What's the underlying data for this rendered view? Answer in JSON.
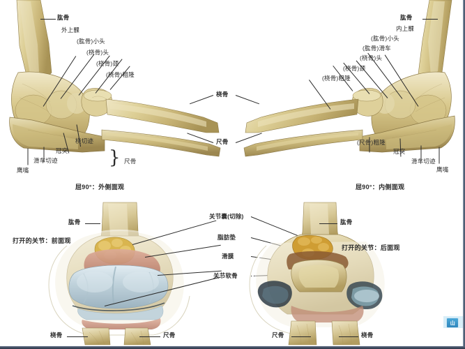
{
  "document": {
    "title": "肘关节解剖图",
    "background_color": "#ffffff",
    "border_color": "#39465c"
  },
  "watermark": {
    "text": "山",
    "color": "#2f86bc"
  },
  "panels": [
    {
      "id": "top-left",
      "caption": "屈90°：外侧面观",
      "labels": [
        {
          "text": "肱骨",
          "bold": true
        },
        {
          "text": "外上髁",
          "bold": false
        },
        {
          "text": "(肱骨)小头",
          "bold": false
        },
        {
          "text": "(桡骨)头",
          "bold": false
        },
        {
          "text": "(桡骨)颈",
          "bold": false
        },
        {
          "text": "(桡骨)粗隆",
          "bold": false
        },
        {
          "text": "鹰嘴",
          "bold": false
        },
        {
          "text": "滑车切迹",
          "bold": false
        },
        {
          "text": "冠突",
          "bold": false
        },
        {
          "text": "桡切迹",
          "bold": false
        },
        {
          "text": "尺骨",
          "bold": false
        }
      ]
    },
    {
      "id": "top-right",
      "caption": "屈90°：内侧面观",
      "labels": [
        {
          "text": "肱骨",
          "bold": true
        },
        {
          "text": "内上髁",
          "bold": false
        },
        {
          "text": "(肱骨)小头",
          "bold": false
        },
        {
          "text": "(肱骨)滑车",
          "bold": false
        },
        {
          "text": "(桡骨)头",
          "bold": false
        },
        {
          "text": "(桡骨)颈",
          "bold": false
        },
        {
          "text": "(桡骨)粗隆",
          "bold": false
        },
        {
          "text": "(尺骨)粗隆",
          "bold": false
        },
        {
          "text": "冠突",
          "bold": false
        },
        {
          "text": "滑车切迹",
          "bold": false
        },
        {
          "text": "鹰嘴",
          "bold": false
        }
      ]
    },
    {
      "id": "center-shared",
      "labels": [
        {
          "text": "桡骨",
          "bold": true
        },
        {
          "text": "尺骨",
          "bold": true
        }
      ]
    },
    {
      "id": "bottom-left",
      "caption": "打开的关节：前面观",
      "labels": [
        {
          "text": "肱骨",
          "bold": true
        },
        {
          "text": "桡骨",
          "bold": true
        },
        {
          "text": "尺骨",
          "bold": true
        }
      ]
    },
    {
      "id": "bottom-right",
      "caption": "打开的关节：后面观",
      "labels": [
        {
          "text": "肱骨",
          "bold": true
        },
        {
          "text": "尺骨",
          "bold": true
        },
        {
          "text": "桡骨",
          "bold": true
        }
      ]
    },
    {
      "id": "bottom-center",
      "labels": [
        {
          "text": "关节囊(切除)",
          "bold": true
        },
        {
          "text": "脂肪垫",
          "bold": true
        },
        {
          "text": "滑膜",
          "bold": true
        },
        {
          "text": "关节软骨",
          "bold": true
        }
      ]
    }
  ],
  "colors": {
    "bone_light": "#e6dcb4",
    "bone_mid": "#cfbe82",
    "bone_dark": "#a89356",
    "bone_shadow": "#8d7a44",
    "cartilage": "#c6d6de",
    "cartilage_dark": "#9fb6c2",
    "synovium": "#cf9a88",
    "fat_pad": "#d8b24e",
    "capsule": "#f3efe2",
    "line": "#2a2a2a"
  }
}
